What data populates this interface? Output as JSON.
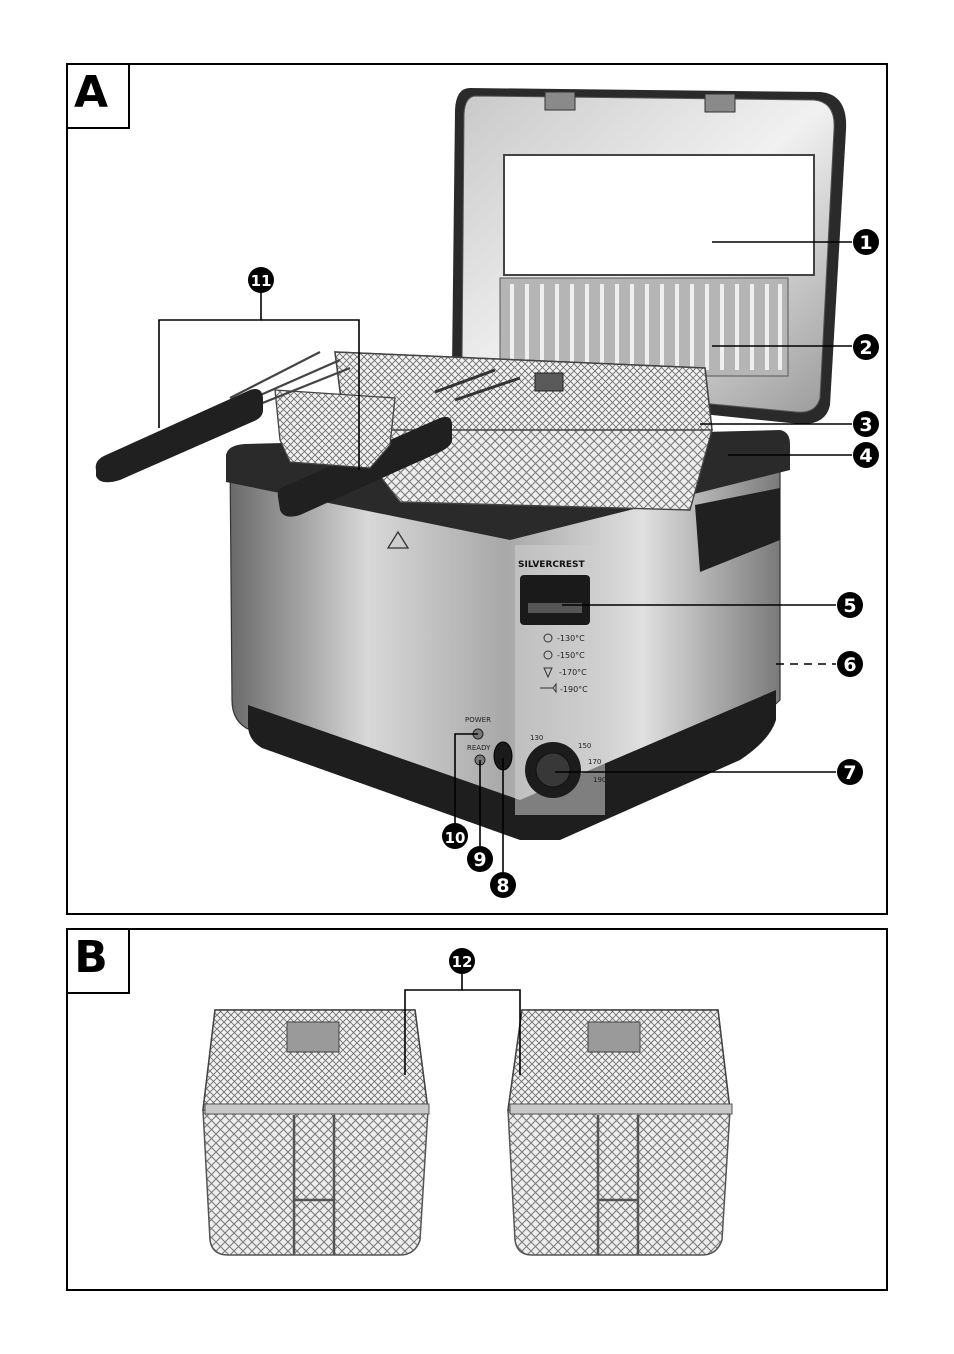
{
  "sections": [
    {
      "letter": "A"
    },
    {
      "letter": "B"
    }
  ],
  "callouts": [
    "1",
    "2",
    "3",
    "4",
    "5",
    "6",
    "7",
    "8",
    "9",
    "10",
    "11",
    "12"
  ],
  "appliance": {
    "brand": "SILVERCREST",
    "indicators": {
      "power": "POWER",
      "ready": "READY"
    },
    "temperatures": [
      "-130°C",
      "-150°C",
      "-170°C",
      "-190°C"
    ],
    "dial_marks": [
      "130",
      "150",
      "170",
      "190"
    ]
  }
}
